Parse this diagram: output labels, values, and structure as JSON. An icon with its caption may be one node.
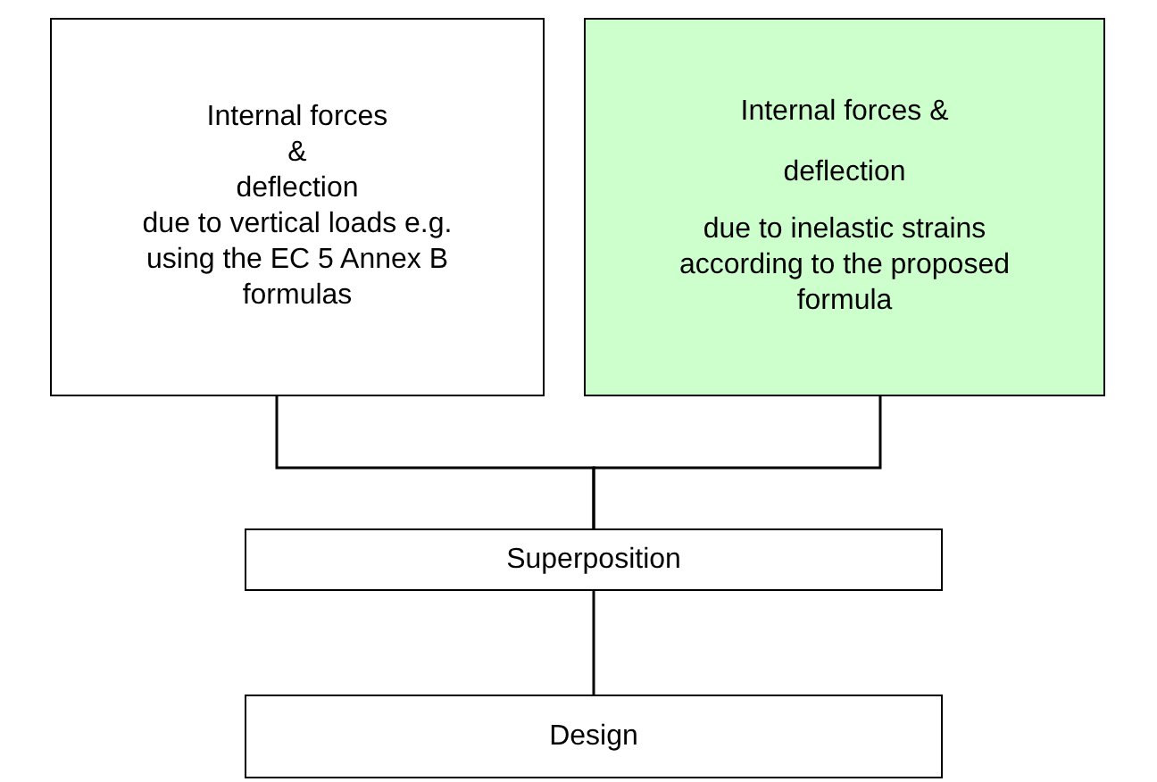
{
  "diagram": {
    "nodes": [
      {
        "text": [
          "Internal forces",
          "&",
          "deflection",
          "due to vertical loads e.g. using the EC 5 Annex B formulas"
        ]
      },
      {
        "text": [
          "Internal forces &",
          "deflection",
          "due to inelastic strains according to the proposed formula"
        ]
      },
      {
        "text": [
          "Superposition"
        ]
      },
      {
        "text": [
          "Design"
        ]
      }
    ],
    "edges": [
      {
        "from": 0,
        "to": 2,
        "arrow": "none"
      },
      {
        "from": 1,
        "to": 2,
        "arrow": "none"
      },
      {
        "from": 2,
        "to": 3,
        "arrow": "none"
      }
    ]
  }
}
